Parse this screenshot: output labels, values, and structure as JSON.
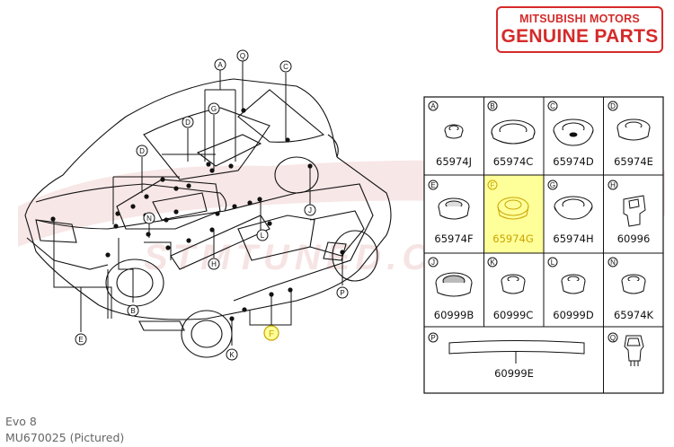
{
  "badge": {
    "line1": "MITSUBISHI MOTORS",
    "line2": "GENUINE PARTS"
  },
  "caption": {
    "model": "Evo 8",
    "part": "MU670025  (Pictured)"
  },
  "watermark": "STMTUNED.COM",
  "colors": {
    "brand_red": "#d52a2a",
    "highlight": "#ffff99",
    "watermark": "#f2d6d6"
  },
  "callouts": [
    {
      "letter": "A"
    },
    {
      "letter": "Q"
    },
    {
      "letter": "C"
    },
    {
      "letter": "G"
    },
    {
      "letter": "D"
    },
    {
      "letter": "D"
    },
    {
      "letter": "N"
    },
    {
      "letter": "J"
    },
    {
      "letter": "L"
    },
    {
      "letter": "H"
    },
    {
      "letter": "B"
    },
    {
      "letter": "E"
    },
    {
      "letter": "K"
    },
    {
      "letter": "F"
    },
    {
      "letter": "P"
    }
  ],
  "parts": [
    {
      "letter": "A",
      "part_no": "65974J",
      "highlighted": false
    },
    {
      "letter": "B",
      "part_no": "65974C",
      "highlighted": false
    },
    {
      "letter": "C",
      "part_no": "65974D",
      "highlighted": false
    },
    {
      "letter": "D",
      "part_no": "65974E",
      "highlighted": false
    },
    {
      "letter": "E",
      "part_no": "65974F",
      "highlighted": false
    },
    {
      "letter": "F",
      "part_no": "65974G",
      "highlighted": true
    },
    {
      "letter": "G",
      "part_no": "65974H",
      "highlighted": false
    },
    {
      "letter": "H",
      "part_no": "60996",
      "highlighted": false
    },
    {
      "letter": "J",
      "part_no": "60999B",
      "highlighted": false
    },
    {
      "letter": "K",
      "part_no": "60999C",
      "highlighted": false
    },
    {
      "letter": "L",
      "part_no": "60999D",
      "highlighted": false
    },
    {
      "letter": "N",
      "part_no": "65974K",
      "highlighted": false
    },
    {
      "letter": "P",
      "part_no": "60999E",
      "highlighted": false
    },
    {
      "letter": "Q",
      "part_no": "",
      "highlighted": false
    }
  ]
}
